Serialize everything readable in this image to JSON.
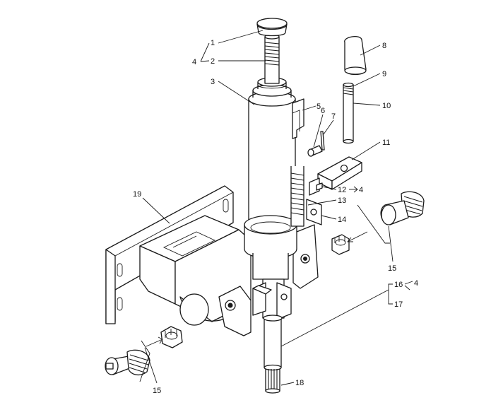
{
  "callouts": {
    "c1": "1",
    "c2": "2",
    "c3": "3",
    "c4a": "4",
    "c5": "5",
    "c6": "6",
    "c7": "7",
    "c8": "8",
    "c9": "9",
    "c10": "10",
    "c11": "11",
    "c12": "12",
    "c4b": "4",
    "c13": "13",
    "c14": "14",
    "c15a": "15",
    "c16": "16",
    "c4c": "4",
    "c17": "17",
    "c18": "18",
    "c19": "19",
    "c15b": "15"
  },
  "colors": {
    "line": "#1a1a1a",
    "background": "#ffffff"
  }
}
